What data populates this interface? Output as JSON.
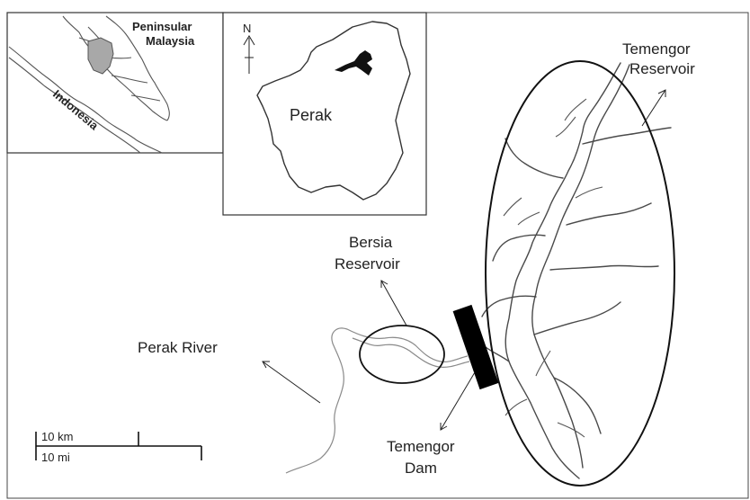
{
  "inset_region": {
    "peninsular_label_line1": "Peninsular",
    "peninsular_label_line2": "Malaysia",
    "indonesia_label": "Indonesia",
    "highlight_color": "#a8a8a8"
  },
  "inset_state": {
    "north_label": "N",
    "state_label": "Perak",
    "reservoir_marker_color": "#111111"
  },
  "main_map": {
    "temengor_reservoir_line1": "Temengor",
    "temengor_reservoir_line2": "Reservoir",
    "bersia_reservoir_line1": "Bersia",
    "bersia_reservoir_line2": "Reservoir",
    "perak_river_label": "Perak River",
    "temengor_dam_line1": "Temengor",
    "temengor_dam_line2": "Dam",
    "dam_color": "#000000"
  },
  "scale_bar": {
    "km_label": "10 km",
    "mi_label": "10 mi"
  }
}
